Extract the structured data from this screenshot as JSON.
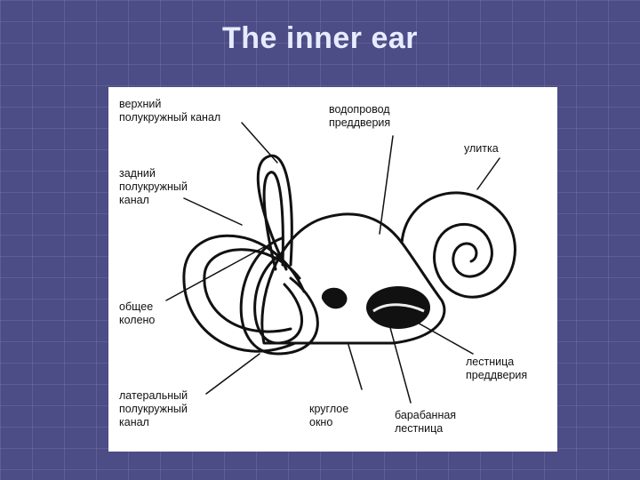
{
  "title": "The inner ear",
  "labels": {
    "superior_canal": "верхний\nполукружный канал",
    "vestibular_aqueduct": "водопровод\nпреддверия",
    "cochlea": "улитка",
    "posterior_canal": "задний\nполукружный\nканал",
    "common_crus": "общее\nколено",
    "lateral_canal": "латеральный\nполукружный\nканал",
    "round_window": "круглое\nокно",
    "scala_vestibuli": "лестница\nпреддверия",
    "scala_tympani": "барабанная\nлестница"
  }
}
